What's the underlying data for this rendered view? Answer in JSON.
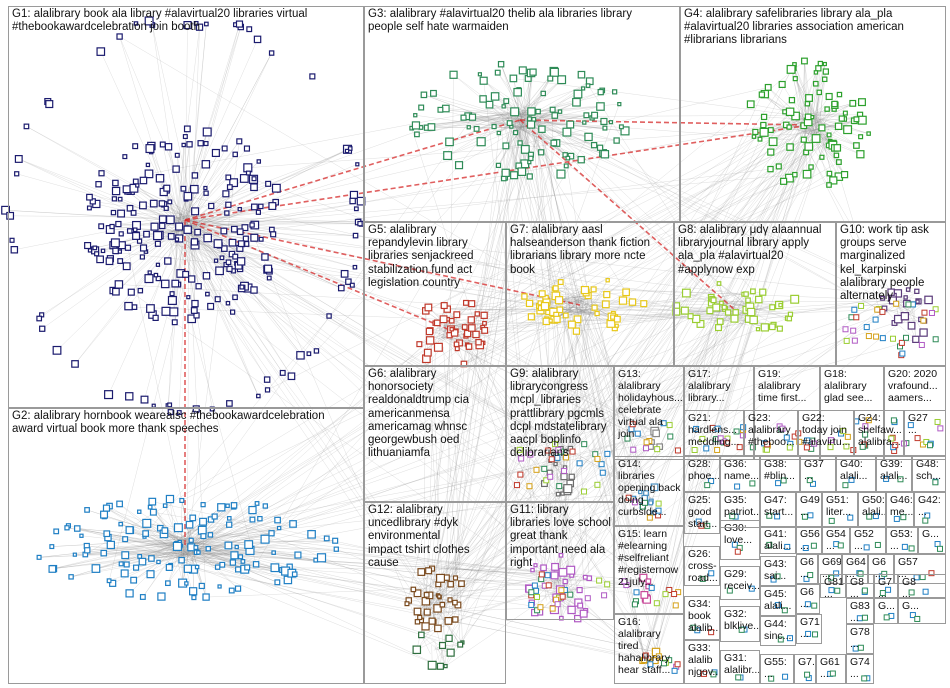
{
  "colors": {
    "edge": "#8a8a8a",
    "highlight_edge": "#d62a2a",
    "border": "#9a9a9a",
    "groups": {
      "G1": "#1b1b6e",
      "G2": "#1f7fc4",
      "G3": "#2e8b57",
      "G4": "#2ca02c",
      "G5": "#c0392b",
      "G6": "#7a4a1e",
      "G7": "#e8c81a",
      "G8": "#9acd32",
      "G9": "#6c6c6c",
      "G10": "#5a3a7a",
      "G11": "#b05ac4",
      "G12": "#2f6f3f",
      "G13": "#888888",
      "G14": "#4a90c2",
      "G15": "#c84a9a",
      "G16": "#d4a017"
    }
  },
  "groups": [
    {
      "id": "G1",
      "label": "G1: alalibrary book ala library #alavirtual20 libraries virtual\n#thebookawardcelebration join booth"
    },
    {
      "id": "G2",
      "label": "G2: alalibrary hornbook wearealsc #thebookawardcelebration\naward virtual book more thank speeches"
    },
    {
      "id": "G3",
      "label": "G3: alalibrary #alavirtual20 thelib ala libraries library\npeople self hate warmaiden"
    },
    {
      "id": "G4",
      "label": "G4: alalibrary safelibraries library ala_pla\n#alavirtual20 libraries association american\n#librarians librarians"
    },
    {
      "id": "G5",
      "label": "G5: alalibrary\nrepandylevin library\nlibraries senjackreed\nstabilization fund act\nlegislation country"
    },
    {
      "id": "G6",
      "label": "G6: alalibrary\nhonorsociety\nrealdonaldtrump cia\namericanmensa\namericamag whnsc\ngeorgewbush oed\nlithuaniamfa"
    },
    {
      "id": "G7",
      "label": "G7: alalibrary aasl\nhalseanderson thank fiction\nlibrarians library more ncte\nbook"
    },
    {
      "id": "G8",
      "label": "G8: alalibrary μdγ alaannual\nlibraryjournal library apply\nala_pla #alavirtual20\n#applynow exp"
    },
    {
      "id": "G9",
      "label": "G9: alalibrary\nlibrarycongress\nmcpl_libraries\nprattlibrary pgcmls\ndcpl mdstatelibrary\naacpl boplinfo\ndclibrarians"
    },
    {
      "id": "G10",
      "label": "G10: work tip ask\ngroups serve\nmarginalized\nkel_karpinski\nalalibrary people\nalternately"
    },
    {
      "id": "G11",
      "label": "G11: library\nlibraries love school\ngreat thank\nimportant need ala\nright"
    },
    {
      "id": "G12",
      "label": "G12: alalibrary\nuncedlibrary #dyk\nenvironmental\nimpact tshirt clothes\ncause"
    },
    {
      "id": "G13",
      "label": "G13:\nalalibrary\nholidayhous...\ncelebrate\nvirtual ala\njoin"
    },
    {
      "id": "G14",
      "label": "G14:\nlibraries\nopening back\ndoing\ncurbside..."
    },
    {
      "id": "G15",
      "label": "G15: learn\n#elearning\n#selfreliant\n#registernow\n21july..."
    },
    {
      "id": "G16",
      "label": "G16:\nalalibrary\ntired\nhahalibrary\nhear staff..."
    },
    {
      "id": "G17",
      "label": "G17:\nalalibrary\nlibrary..."
    },
    {
      "id": "G18",
      "label": "G18:\nalalibrary\nglad see..."
    },
    {
      "id": "G19",
      "label": "G19:\nalalibrary\ntime first..."
    },
    {
      "id": "G20",
      "label": "G20: 2020\nvrafound...\naamers..."
    },
    {
      "id": "G21",
      "label": "G21:\nhardlens...\nmeddling..."
    },
    {
      "id": "G22",
      "label": "G22:\ntoday join\n#alavirtu..."
    },
    {
      "id": "G23",
      "label": "G23:\nalalibrary\n#theboo..."
    },
    {
      "id": "G24",
      "label": "G24:\nshelfaw...\nalalibra..."
    },
    {
      "id": "G25",
      "label": "G25:\ngood\nstart..."
    },
    {
      "id": "G26",
      "label": "G26:\ncross-\nroad..."
    },
    {
      "id": "G27",
      "label": "G27\n..."
    },
    {
      "id": "G28",
      "label": "G28:\nphoe..."
    },
    {
      "id": "G29",
      "label": "G29:\nreceiv..."
    },
    {
      "id": "G30",
      "label": "G30:\nlove..."
    },
    {
      "id": "G31",
      "label": "G31:\nalalibr..."
    },
    {
      "id": "G32",
      "label": "G32:\nblklive..."
    },
    {
      "id": "G33",
      "label": "G33:\nalalib\nnjgov..."
    },
    {
      "id": "G34",
      "label": "G34:\nbook\nalalib..."
    },
    {
      "id": "G35",
      "label": "G35:\npatriot..."
    },
    {
      "id": "G36",
      "label": "G36:\nname..."
    },
    {
      "id": "G37",
      "label": "G37\n..."
    },
    {
      "id": "G38",
      "label": "G38:\n#blin..."
    },
    {
      "id": "G39",
      "label": "G39:\nalali..."
    },
    {
      "id": "G40",
      "label": "G40:\nalali..."
    },
    {
      "id": "G41",
      "label": "G41:\nalali..."
    },
    {
      "id": "G42",
      "label": "G42:\n..."
    },
    {
      "id": "G43",
      "label": "G43:\nsai..."
    },
    {
      "id": "G44",
      "label": "G44:\nsinc..."
    },
    {
      "id": "G45",
      "label": "G45:\nalali..."
    },
    {
      "id": "G46",
      "label": "G46:\nme..."
    },
    {
      "id": "G47",
      "label": "G47:\nstart..."
    },
    {
      "id": "G48",
      "label": "G48:\nsch..."
    },
    {
      "id": "G49",
      "label": "G49\n..."
    },
    {
      "id": "G50",
      "label": "G50:\nalali..."
    },
    {
      "id": "G51",
      "label": "G51:\nliter..."
    },
    {
      "id": "G52",
      "label": "G52\n..."
    },
    {
      "id": "G53",
      "label": "G53:\n..."
    },
    {
      "id": "G54",
      "label": "G54\n..."
    },
    {
      "id": "G55",
      "label": "G55:\n..."
    },
    {
      "id": "G56",
      "label": "G56\n..."
    },
    {
      "id": "G57",
      "label": "G57\n..."
    },
    {
      "id": "G6x1",
      "label": "G6\n..."
    },
    {
      "id": "G6x2",
      "label": "G6\n..."
    },
    {
      "id": "G64",
      "label": "G64\n..."
    },
    {
      "id": "G69",
      "label": "G69\n..."
    },
    {
      "id": "G71",
      "label": "G71\n..."
    },
    {
      "id": "G74",
      "label": "G74\n..."
    },
    {
      "id": "G78",
      "label": "G78\n..."
    },
    {
      "id": "G8x1",
      "label": "G8\n..."
    },
    {
      "id": "G81",
      "label": "G81\n..."
    },
    {
      "id": "G83",
      "label": "G83\n..."
    },
    {
      "id": "G7x1",
      "label": "G7\n..."
    },
    {
      "id": "G6x3",
      "label": "G6\n..."
    },
    {
      "id": "G61",
      "label": "G61\n..."
    },
    {
      "id": "G7x2",
      "label": "G7..."
    },
    {
      "id": "Gx1",
      "label": "G..."
    },
    {
      "id": "G8x2",
      "label": "G8\n..."
    },
    {
      "id": "Gx2",
      "label": "G..."
    },
    {
      "id": "Gx3",
      "label": "G..."
    }
  ]
}
